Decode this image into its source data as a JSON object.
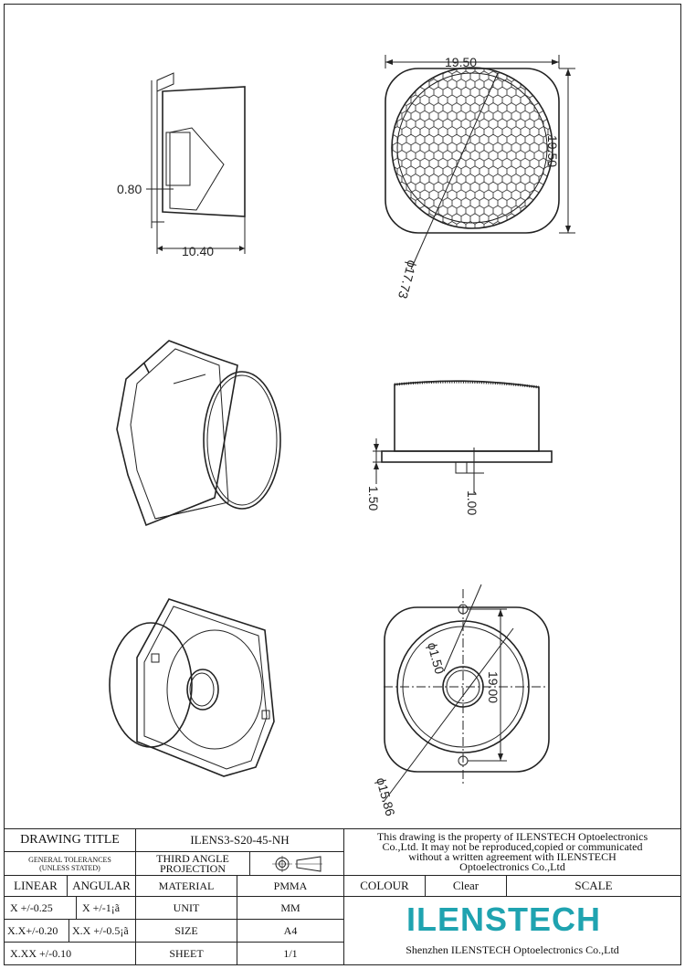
{
  "dimensions": {
    "side_wall": "0.80",
    "side_depth": "10.40",
    "top_width": "19.50",
    "top_height": "19.50",
    "top_diameter": "ϕ17.73",
    "front_flange": "1.50",
    "front_pin": "1.00",
    "bottom_pin_dia": "ϕ1.50",
    "bottom_pitch": "19.00",
    "bottom_diameter": "ϕ15.86"
  },
  "title_block": {
    "drawing_title_label": "DRAWING TITLE",
    "part_number": "ILENS3-S20-45-NH",
    "general_tol_line1": "GENERAL TOLERANCES",
    "general_tol_line2": "(UNLESS STATED)",
    "projection_line1": "THIRD ANGLE",
    "projection_line2": "PROJECTION",
    "property_line1": "This drawing is the property of ILENSTECH Optoelectronics",
    "property_line2": "Co.,Ltd. It may not be reproduced,copied or communicated",
    "property_line3": "without a written agreement with ILENSTECH",
    "property_line4": "Optoelectronics Co.,Ltd",
    "linear_label": "LINEAR",
    "angular_label": "ANGULAR",
    "tol_x": "X  +/-0.25",
    "tol_x_ang": "X  +/-1¡ã",
    "tol_xx": "X.X+/-0.20",
    "tol_xx_ang": "X.X +/-0.5¡ã",
    "tol_xxx": "X.XX +/-0.10",
    "material_label": "MATERIAL",
    "material_value": "PMMA",
    "colour_label": "COLOUR",
    "colour_value": "Clear",
    "scale_label": "SCALE",
    "unit_label": "UNIT",
    "unit_value": "MM",
    "size_label": "SIZE",
    "size_value": "A4",
    "sheet_label": "SHEET",
    "sheet_value": "1/1",
    "logo_text": "ILENSTECH",
    "company_name": "Shenzhen ILENSTECH Optoelectronics Co.,Ltd"
  },
  "colors": {
    "logo": "#1fa3b0",
    "line": "#222222"
  },
  "icons": {
    "projection": "third-angle-projection-icon"
  }
}
